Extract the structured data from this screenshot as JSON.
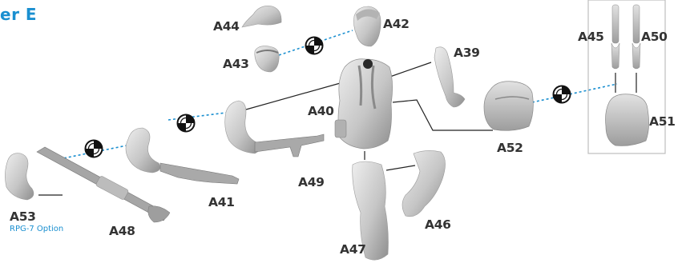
{
  "title": "er E",
  "labels": {
    "A44": "A44",
    "A42": "A42",
    "A43": "A43",
    "A39": "A39",
    "A40": "A40",
    "A45": "A45",
    "A50": "A50",
    "A51": "A51",
    "A52": "A52",
    "A49": "A49",
    "A41": "A41",
    "A53": "A53",
    "A48": "A48",
    "A46": "A46",
    "A47": "A47"
  },
  "notes": {
    "rpg": "RPG-7 Option"
  },
  "colors": {
    "accent": "#1a8fd0",
    "part": "#c9c9c9",
    "part_shade": "#9a9a9a",
    "line": "#222222"
  }
}
